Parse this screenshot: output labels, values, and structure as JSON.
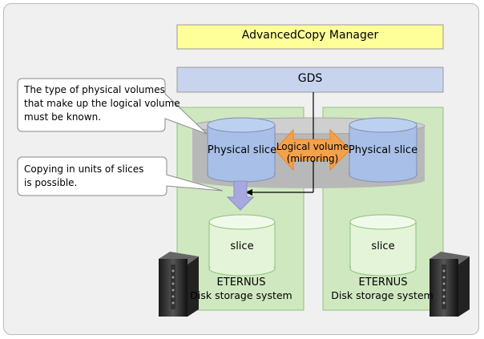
{
  "top_box": {
    "label": "AdvancedCopy Manager"
  },
  "gds_box": {
    "label": "GDS"
  },
  "left_storage": {
    "physical_slice": "Physical slice",
    "slice": "slice",
    "name_line1": "ETERNUS",
    "name_line2": "Disk storage system"
  },
  "right_storage": {
    "physical_slice": "Physical slice",
    "slice": "slice",
    "name_line1": "ETERNUS",
    "name_line2": "Disk storage system"
  },
  "logical_volume": {
    "line1": "Logical volume",
    "line2": "(mirroring)"
  },
  "callouts": {
    "physical_volumes": {
      "line1": "The type of physical volumes",
      "line2": "that make up the logical volume",
      "line3": "must be known."
    },
    "copy_units": {
      "line1": "Copying in units of slices",
      "line2": "is possible."
    }
  },
  "colors": {
    "top_box": "#ffff99",
    "gds_box": "#c8d4ee",
    "storage_panel": "#cfe8c0",
    "physical_cylinder": "#a8c0e8",
    "slice_cylinder": "#e4f4d8",
    "arrow_orange": "#f5a04a",
    "copy_arrow": "#a8a8e0"
  },
  "icons": [
    "storage-tower-icon",
    "orange-double-arrow-icon",
    "down-arrow-icon"
  ]
}
